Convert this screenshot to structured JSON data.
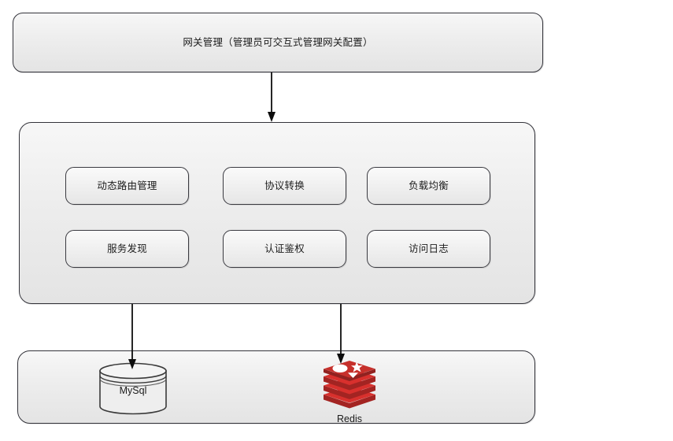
{
  "diagram": {
    "type": "architecture-block-diagram",
    "background_color": "#ffffff",
    "node_fill": "#ededed",
    "node_stroke": "#33333a",
    "accent_color": "#c6302b"
  },
  "admin": {
    "label": "网关管理（管理员可交互式管理网关配置）"
  },
  "gateway": {
    "features": [
      {
        "label": "动态路由管理"
      },
      {
        "label": "协议转换"
      },
      {
        "label": "负载均衡"
      },
      {
        "label": "服务发现"
      },
      {
        "label": "认证鉴权"
      },
      {
        "label": "访问日志"
      }
    ]
  },
  "storage": {
    "items": [
      {
        "label": "MySql",
        "icon": "database-cylinder-icon"
      },
      {
        "label": "Redis",
        "icon": "redis-logo-icon"
      }
    ]
  },
  "connectors": [
    {
      "from": "admin",
      "to": "gateway"
    },
    {
      "from": "gateway",
      "to": "mysql"
    },
    {
      "from": "gateway",
      "to": "redis"
    }
  ]
}
